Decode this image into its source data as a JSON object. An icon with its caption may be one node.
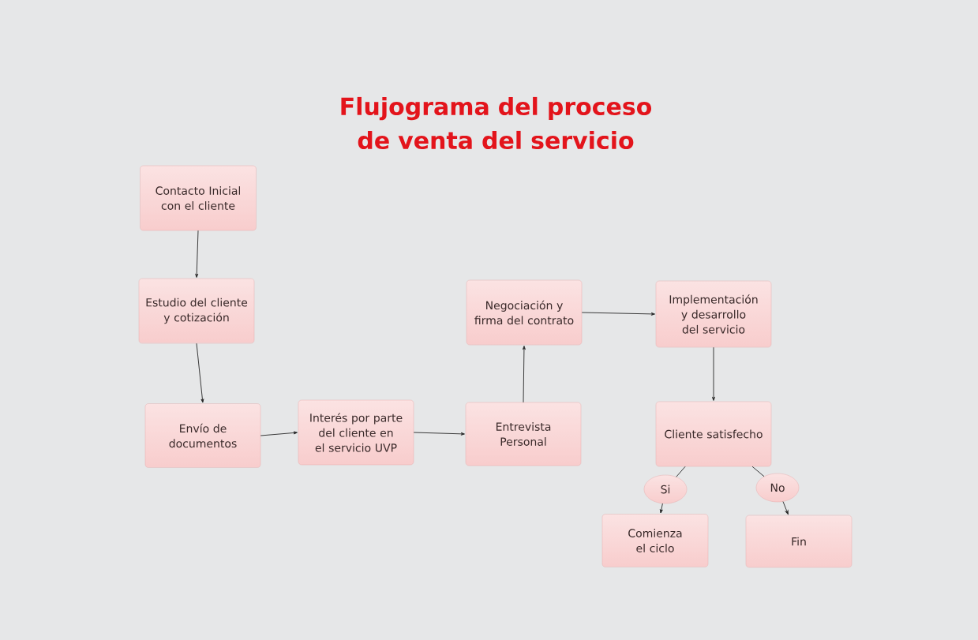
{
  "diagram": {
    "title": "Flujograma del proceso de venta del servicio",
    "nodes": [
      {
        "text": [
          "Contacto Inicial con el cliente"
        ]
      },
      {
        "text": [
          "Estudio del cliente y cotización"
        ]
      },
      {
        "text": [
          "Envío de documentos"
        ]
      },
      {
        "text": [
          "Interés por parte del cliente en el servicio UVP"
        ]
      },
      {
        "text": [
          "Entrevista Personal"
        ]
      },
      {
        "text": [
          "Negociación y firma del contrato"
        ]
      },
      {
        "text": [
          "Implementación y desarrollo del servicio"
        ]
      },
      {
        "text": [
          "Cliente satisfecho"
        ]
      },
      {
        "text": [
          "Si"
        ]
      },
      {
        "text": [
          "No"
        ]
      },
      {
        "text": [
          "Comienza el ciclo"
        ]
      },
      {
        "text": [
          "Fin"
        ]
      }
    ],
    "edges": [
      {
        "from": 0,
        "to": 1,
        "arrow": "to"
      },
      {
        "from": 1,
        "to": 2,
        "arrow": "to"
      },
      {
        "from": 2,
        "to": 3,
        "arrow": "to"
      },
      {
        "from": 3,
        "to": 4,
        "arrow": "to"
      },
      {
        "from": 4,
        "to": 5,
        "arrow": "to"
      },
      {
        "from": 5,
        "to": 6,
        "arrow": "to"
      },
      {
        "from": 6,
        "to": 7,
        "arrow": "to"
      },
      {
        "from": 7,
        "to": 8,
        "arrow": "none"
      },
      {
        "from": 8,
        "to": 10,
        "arrow": "to"
      },
      {
        "from": 7,
        "to": 9,
        "arrow": "none"
      },
      {
        "from": 9,
        "to": 11,
        "arrow": "to"
      }
    ]
  }
}
